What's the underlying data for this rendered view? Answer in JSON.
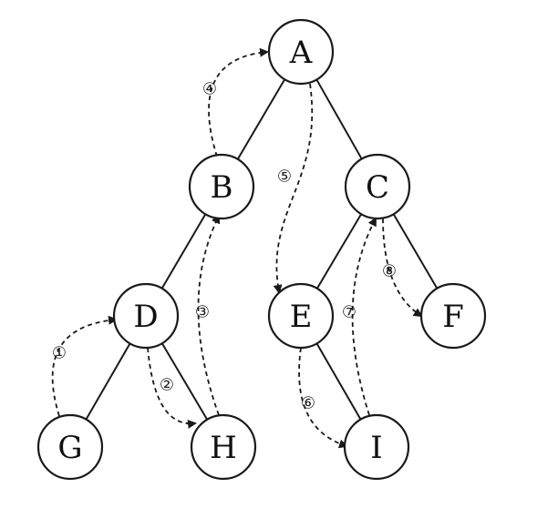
{
  "diagram": {
    "nodes": [
      {
        "id": "A",
        "label": "A"
      },
      {
        "id": "B",
        "label": "B"
      },
      {
        "id": "C",
        "label": "C"
      },
      {
        "id": "D",
        "label": "D"
      },
      {
        "id": "E",
        "label": "E"
      },
      {
        "id": "F",
        "label": "F"
      },
      {
        "id": "G",
        "label": "G"
      },
      {
        "id": "H",
        "label": "H"
      },
      {
        "id": "I",
        "label": "I"
      }
    ],
    "edges": [
      {
        "from": "A",
        "to": "B"
      },
      {
        "from": "A",
        "to": "C"
      },
      {
        "from": "B",
        "to": "D"
      },
      {
        "from": "C",
        "to": "E"
      },
      {
        "from": "C",
        "to": "F"
      },
      {
        "from": "D",
        "to": "G"
      },
      {
        "from": "D",
        "to": "H"
      },
      {
        "from": "E",
        "to": "I"
      }
    ],
    "traversal": [
      {
        "step": "①",
        "from": "G",
        "to": "D"
      },
      {
        "step": "②",
        "from": "D",
        "to": "H"
      },
      {
        "step": "③",
        "from": "H",
        "to": "B"
      },
      {
        "step": "④",
        "from": "B",
        "to": "A"
      },
      {
        "step": "⑤",
        "from": "A",
        "to": "E"
      },
      {
        "step": "⑥",
        "from": "E",
        "to": "I"
      },
      {
        "step": "⑦",
        "from": "I",
        "to": "C"
      },
      {
        "step": "⑧",
        "from": "C",
        "to": "F"
      }
    ]
  }
}
